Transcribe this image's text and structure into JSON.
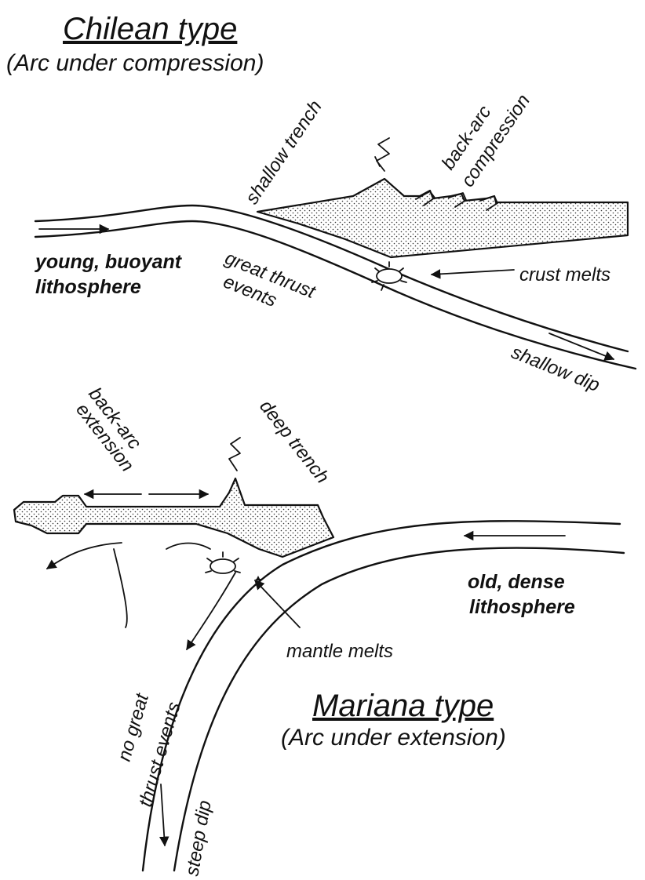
{
  "top": {
    "title": "Chilean type",
    "subtitle": "(Arc under compression)",
    "labels": {
      "shallow_trench": "shallow trench",
      "back_arc_compression_1": "back-arc",
      "back_arc_compression_2": "compression",
      "young_1": "young, buoyant",
      "young_2": "lithosphere",
      "great_thrust_1": "great thrust",
      "great_thrust_2": "events",
      "crust_melts": "crust melts",
      "shallow_dip": "shallow dip"
    }
  },
  "bottom": {
    "title": "Mariana type",
    "subtitle": "(Arc under extension)",
    "labels": {
      "back_arc_extension_1": "back-arc",
      "back_arc_extension_2": "extension",
      "deep_trench": "deep trench",
      "old_1": "old, dense",
      "old_2": "lithosphere",
      "mantle_melts": "mantle melts",
      "no_great_1": "no great",
      "no_great_2": "thrust events",
      "steep_dip": "steep dip"
    }
  }
}
